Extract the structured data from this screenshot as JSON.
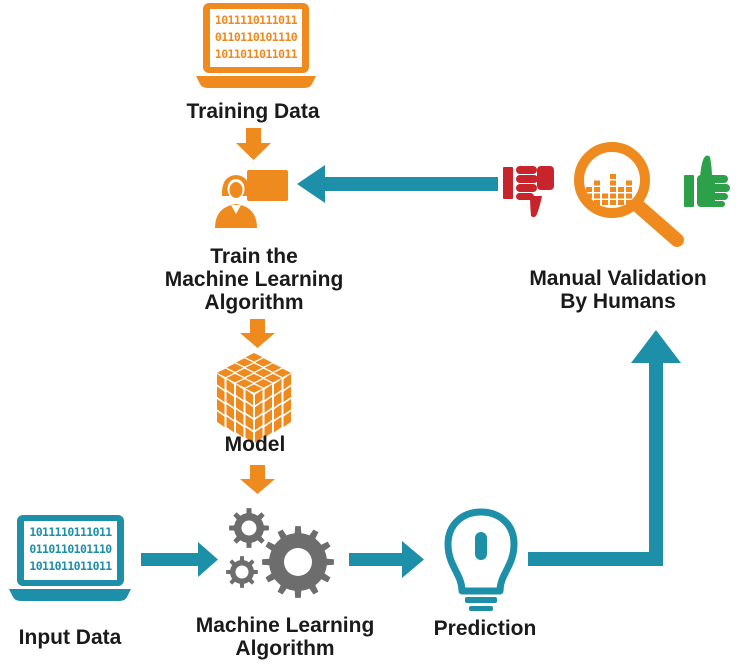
{
  "nodes": {
    "training_data": {
      "label": "Training Data",
      "binary": [
        "1011110111011",
        "0110110101110",
        "1011011011011"
      ]
    },
    "train_algorithm": {
      "label_lines": [
        "Train the",
        "Machine Learning",
        "Algorithm"
      ]
    },
    "model": {
      "label": "Model"
    },
    "input_data": {
      "label": "Input Data",
      "binary": [
        "1011110111011",
        "0110110101110",
        "1011011011011"
      ]
    },
    "ml_algorithm": {
      "label_lines": [
        "Machine Learning",
        "Algorithm"
      ]
    },
    "prediction": {
      "label": "Prediction"
    },
    "manual_validation": {
      "label_lines": [
        "Manual Validation",
        "By Humans"
      ]
    }
  },
  "colors": {
    "orange": "#ef8a1e",
    "teal": "#1d8fa8",
    "gray": "#6d6d6d",
    "red": "#c8242b",
    "green": "#2ca14a",
    "text": "#1a1a1a"
  }
}
